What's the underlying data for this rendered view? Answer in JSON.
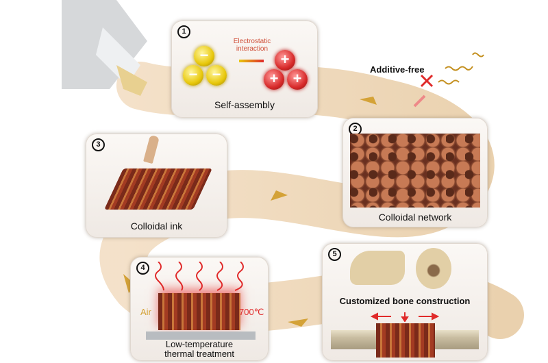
{
  "steps": [
    {
      "number": "1",
      "caption": "Self-assembly",
      "note": "Electrostatic interaction",
      "signs": {
        "negative": "−",
        "positive": "+"
      }
    },
    {
      "number": "2",
      "caption": "Colloidal network"
    },
    {
      "number": "3",
      "caption": "Colloidal ink"
    },
    {
      "number": "4",
      "caption_line1": "Low-temperature",
      "caption_line2": "thermal treatment",
      "left_label": "Air",
      "right_label": "700℃"
    },
    {
      "number": "5",
      "caption": "Customized bone construction"
    }
  ],
  "additive_free": "Additive-free",
  "colors": {
    "ribbon": "#e8cfa8",
    "arrow": "#d4a237",
    "heat": "#e02a2a",
    "neg_particle": "#e8c80c",
    "pos_particle": "#d82b2b"
  }
}
